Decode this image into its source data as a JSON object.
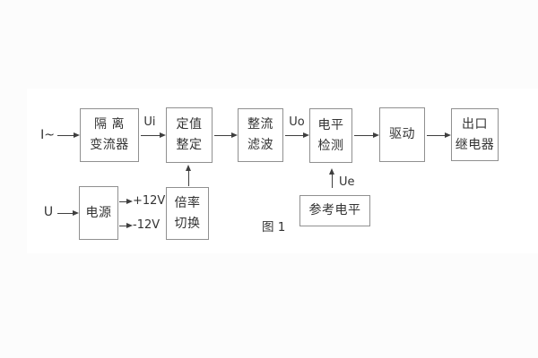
{
  "figure": {
    "caption": "图 1",
    "colors": {
      "background": "#fcfcfc",
      "panel": "#ffffff",
      "box_border": "#909090",
      "text": "#333333",
      "arrow": "#3f3f3f"
    },
    "inputs": {
      "current_input": "I~",
      "voltage_input": "U"
    },
    "signals": {
      "ui": "Ui",
      "uo": "Uo",
      "ue": "Ue",
      "plus12": "+12V",
      "minus12": "-12V"
    },
    "blocks": {
      "isolation_transformer": {
        "line1": "隔 离",
        "line2": "变流器"
      },
      "setting_adjust": {
        "line1": "定值",
        "line2": "整定"
      },
      "rectify_filter": {
        "line1": "整流",
        "line2": "滤波"
      },
      "level_detect": {
        "line1": "电平",
        "line2": "检测"
      },
      "drive": {
        "line1": "驱动"
      },
      "output_relay": {
        "line1": "出口",
        "line2": "继电器"
      },
      "power_supply": {
        "line1": "电源"
      },
      "ratio_switch": {
        "line1": "倍率",
        "line2": "切换"
      },
      "reference_level": {
        "line1": "参考电平"
      }
    }
  }
}
